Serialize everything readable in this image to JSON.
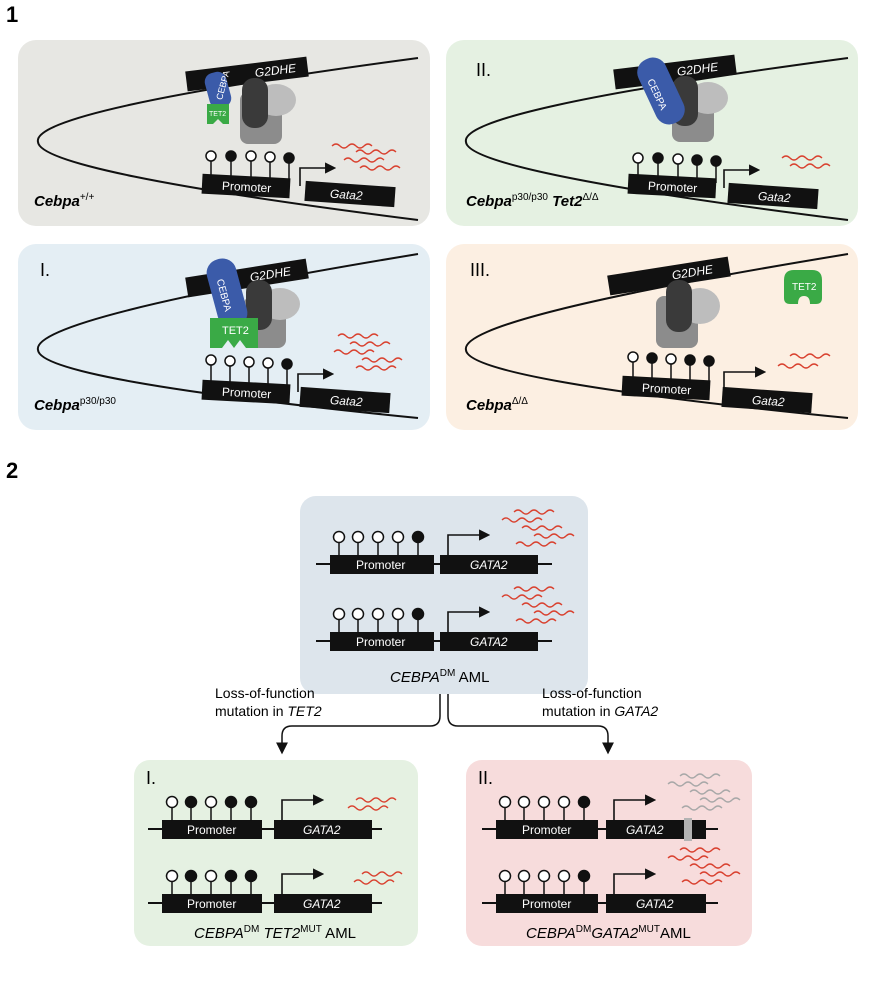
{
  "section_1_label": "1",
  "section_2_label": "2",
  "labels": {
    "enhancer": "G2DHE",
    "promoter": "Promoter",
    "gata2_mouse": "Gata2",
    "gata2_human": "GATA2",
    "cebpa": "CEBPA",
    "tet2": "TET2"
  },
  "panel1": {
    "wt": {
      "genotype": "Cebpa",
      "sup": "+/+"
    },
    "II": {
      "roman": "II.",
      "genotype_a": "Cebpa",
      "sup_a": "p30/p30",
      "genotype_b": "Tet2",
      "sup_b": "Δ/Δ"
    },
    "I": {
      "roman": "I.",
      "genotype": "Cebpa",
      "sup": "p30/p30"
    },
    "III": {
      "roman": "III.",
      "genotype": "Cebpa",
      "sup": "Δ/Δ"
    }
  },
  "panel2": {
    "top": {
      "genotype": "CEBPA",
      "sup": "DM",
      "suffix": " AML"
    },
    "left_arrow_text": {
      "line1": "Loss-of-function",
      "line2_prefix": "mutation in ",
      "gene": "TET2"
    },
    "right_arrow_text": {
      "line1": "Loss-of-function",
      "line2_prefix": "mutation in ",
      "gene": "GATA2"
    },
    "I": {
      "roman": "I.",
      "genotype_a": "CEBPA",
      "sup_a": "DM",
      "genotype_b": "TET2",
      "sup_b": "MUT",
      "suffix": " AML"
    },
    "II": {
      "roman": "II.",
      "genotype_a": "CEBPA",
      "sup_a": "DM",
      "genotype_b": "GATA2",
      "sup_b": "MUT",
      "suffix": "AML"
    }
  },
  "colors": {
    "gray_bg": "#e7e7e3",
    "green_bg": "#e5f1e2",
    "blue_bg": "#e4eef4",
    "peach_bg": "#fcefe2",
    "pink_bg": "#f7dcdc",
    "top_bg": "#dde5ec",
    "cebpa_blue": "#3b5ba9",
    "tet2_green": "#3aaa46",
    "transcript_red": "#d9412f",
    "transcript_gray": "#a8a8a8"
  }
}
